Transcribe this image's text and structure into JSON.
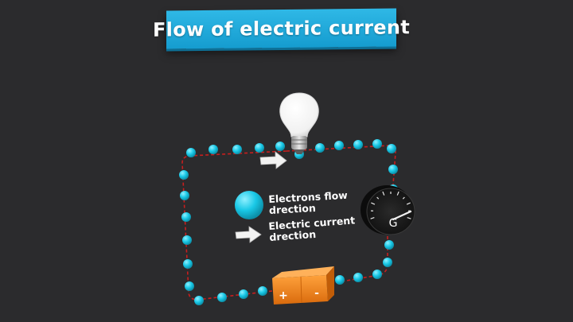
{
  "title": "Flow of electric current",
  "legend": {
    "electrons_line1": "Electrons flow",
    "electrons_line2": "drection",
    "current_line1": "Electric current",
    "current_line2": "drection"
  },
  "galvanometer_label": "G",
  "battery": {
    "positive": "+",
    "negative": "-"
  },
  "colors": {
    "background": "#2b2b2d",
    "banner": "#1aa6d9",
    "electron": "#19c8e6",
    "wire": "#c81e1e",
    "battery": "#ef7d1a",
    "arrow": "#f2f2f2"
  },
  "icons": [
    "light-bulb-icon",
    "galvanometer-icon",
    "battery-icon",
    "electron-icon",
    "arrow-icon"
  ]
}
